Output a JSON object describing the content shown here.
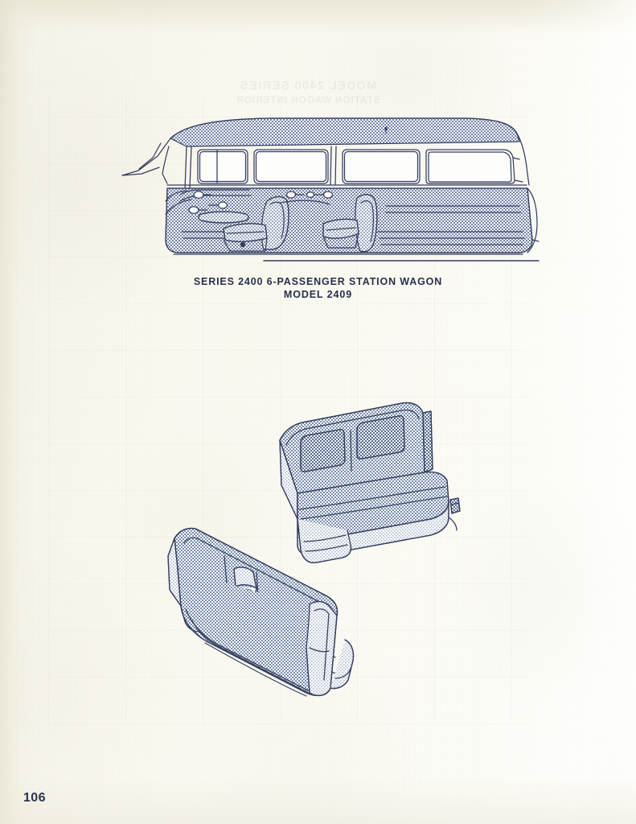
{
  "page": {
    "number": "106",
    "paper_color": "#faf8f0",
    "ink_color": "#2a3357"
  },
  "ghost_showthrough": {
    "line1": "MODEL 2400 SERIES",
    "line2": "STATION WAGON INTERIOR"
  },
  "figures": {
    "wagon": {
      "name": "station-wagon-cutaway-illustration",
      "description": "Side cutaway line drawing of a six-passenger station wagon interior with halftone shading"
    },
    "bench_seat": {
      "name": "front-bench-seat-illustration",
      "description": "Three-quarter view of an upholstered bench seat with two rectangular backrest insert panels"
    },
    "rear_seat": {
      "name": "rear-bench-seat-illustration",
      "description": "Rear three-quarter view of a folding rear bench seat with center latch handle"
    }
  },
  "caption": {
    "line1": "SERIES 2400 6-PASSENGER STATION WAGON",
    "line2": "MODEL 2409"
  }
}
